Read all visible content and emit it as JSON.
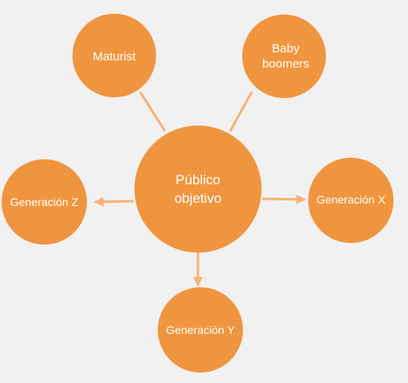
{
  "diagram": {
    "center": {
      "line1": "Público",
      "line2": "objetivo"
    },
    "nodes": [
      {
        "id": "maturist",
        "lines": [
          "Maturist"
        ]
      },
      {
        "id": "baby-boomers",
        "lines": [
          "Baby",
          "boomers"
        ]
      },
      {
        "id": "generacion-z",
        "lines": [
          "Generación Z"
        ]
      },
      {
        "id": "generacion-x",
        "lines": [
          "Generación X"
        ]
      },
      {
        "id": "generacion-y",
        "lines": [
          "Generación Y"
        ]
      }
    ],
    "colors": {
      "node_fill": "#f0953f",
      "connector": "#f5b275",
      "label": "#ffffff",
      "background": "#f1f1f1"
    }
  }
}
